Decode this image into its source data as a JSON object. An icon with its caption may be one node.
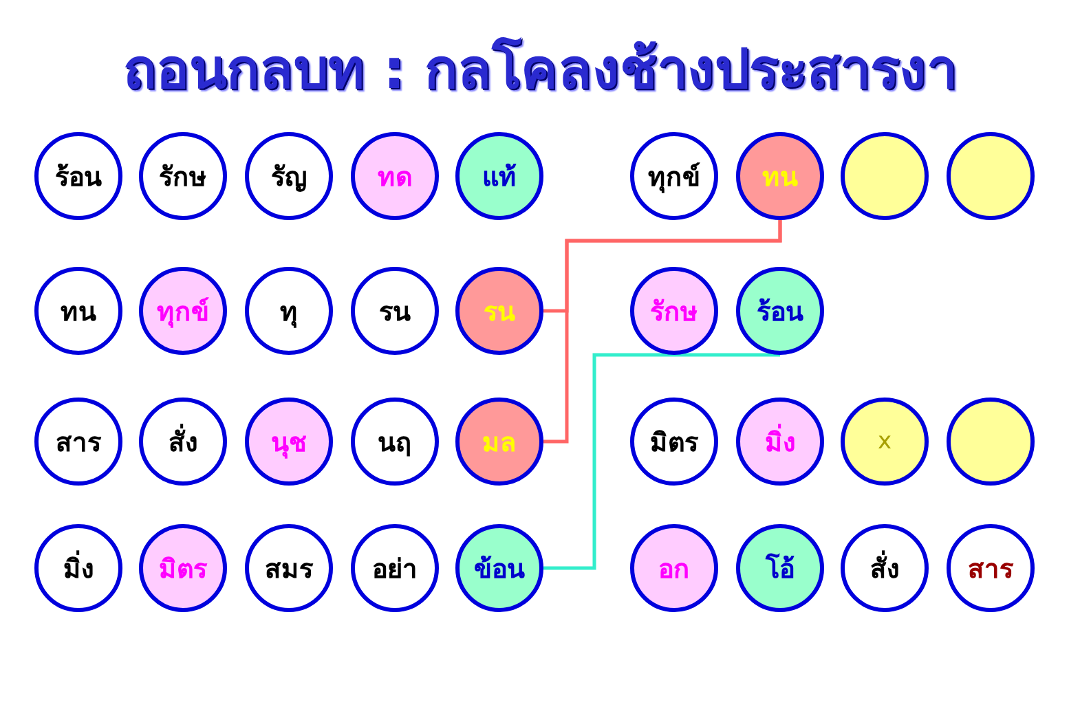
{
  "diagram": {
    "title": "ถอนกลบท : กลโคลงช้างประสารงา",
    "nodes": [
      {
        "text": [
          "ร้อน"
        ]
      },
      {
        "text": [
          "รักษ"
        ]
      },
      {
        "text": [
          "รัญ"
        ]
      },
      {
        "text": [
          "ทด"
        ]
      },
      {
        "text": [
          "แท้"
        ]
      },
      {
        "text": [
          "ทุกข์"
        ]
      },
      {
        "text": [
          "ทน"
        ]
      },
      {
        "text": [],
        "shape": "circle"
      },
      {
        "text": [],
        "shape": "circle"
      },
      {
        "text": [
          "ทน"
        ]
      },
      {
        "text": [
          "ทุกข์"
        ]
      },
      {
        "text": [
          "ทุ"
        ]
      },
      {
        "text": [
          "รน"
        ]
      },
      {
        "text": [
          "รน"
        ]
      },
      {
        "text": [
          "รักษ"
        ]
      },
      {
        "text": [
          "ร้อน"
        ]
      },
      {
        "text": [
          "สาร"
        ]
      },
      {
        "text": [
          "สั่ง"
        ]
      },
      {
        "text": [
          "นุช"
        ]
      },
      {
        "text": [
          "นฤ"
        ]
      },
      {
        "text": [
          "มล"
        ]
      },
      {
        "text": [
          "มิตร"
        ]
      },
      {
        "text": [
          "มิ่ง"
        ]
      },
      {
        "text": [
          "x"
        ]
      },
      {
        "text": [],
        "shape": "circle"
      },
      {
        "text": [
          "มิ่ง"
        ]
      },
      {
        "text": [
          "มิตร"
        ]
      },
      {
        "text": [
          "สมร"
        ]
      },
      {
        "text": [
          "อย่า"
        ]
      },
      {
        "text": [
          "ข้อน"
        ]
      },
      {
        "text": [
          "อก"
        ]
      },
      {
        "text": [
          "โอ้"
        ]
      },
      {
        "text": [
          "สั่ง"
        ]
      },
      {
        "text": [
          "สาร"
        ]
      }
    ],
    "edges": [
      {
        "from": 13,
        "to": 6,
        "arrow": "none",
        "color": "#ff6666"
      },
      {
        "from": 20,
        "to": 6,
        "arrow": "none",
        "color": "#ff6666"
      },
      {
        "from": 29,
        "to": 15,
        "arrow": "none",
        "color": "#33eecc"
      }
    ]
  }
}
